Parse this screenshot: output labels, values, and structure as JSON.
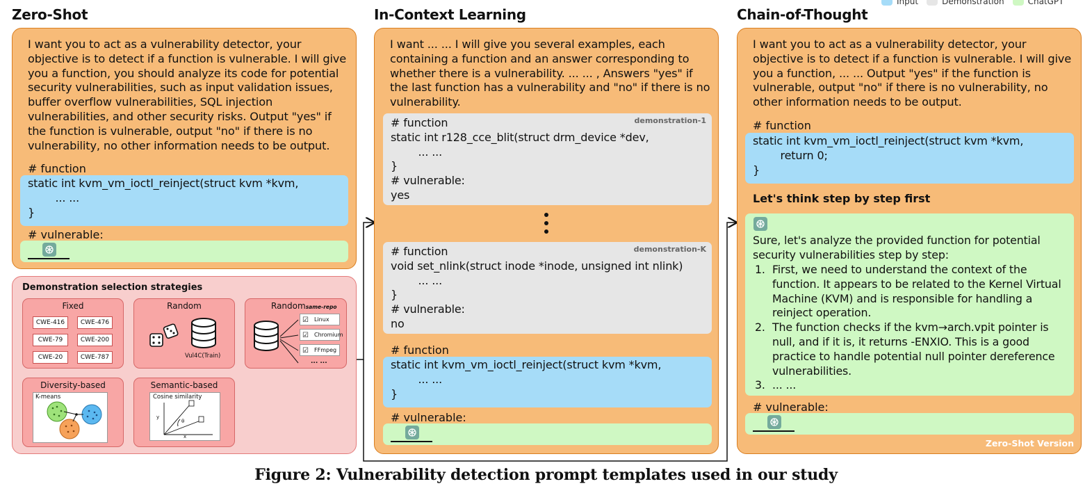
{
  "legend": [
    {
      "label": "Input",
      "color": "#a6dcf8"
    },
    {
      "label": "Demonstration",
      "color": "#e6e6e6"
    },
    {
      "label": "ChatGPT",
      "color": "#cff8c3"
    }
  ],
  "zero_shot": {
    "title": "Zero-Shot",
    "instruction": "I want you to act as a vulnerability detector, your\nobjective is to detect if a function is vulnerable. I will give\nyou a function, you should analyze its code for potential\nsecurity vulnerabilities, such as input validation issues,\nbuffer overflow vulnerabilities, SQL injection\nvulnerabilities, and other security risks. Output \"yes\" if\nthe function is vulnerable, output \"no\" if there is no\nvulnerability, no other information needs to be output.",
    "function_label": "# function",
    "code": "static int kvm_vm_ioctl_reinject(struct kvm *kvm,\n        ... ...\n}",
    "vulnerable_label": "# vulnerable:"
  },
  "strategies": {
    "title": "Demonstration selection strategies",
    "fixed": {
      "title": "Fixed",
      "cwes": [
        "CWE-416",
        "CWE-476",
        "CWE-79",
        "CWE-200",
        "CWE-20",
        "CWE-787"
      ]
    },
    "random": {
      "title": "Random",
      "dataset": "Vul4C(Train)"
    },
    "random_same_repo": {
      "title": "Random",
      "subtitle": "same-repo",
      "repos": [
        "Linux",
        "Chromium",
        "FFmpeg"
      ],
      "more": "... ..."
    },
    "diversity": {
      "title": "Diversity-based",
      "inner": "K-means"
    },
    "semantic": {
      "title": "Semantic-based",
      "inner": "Cosine similarity",
      "axis_y": "y",
      "axis_x": "x",
      "angle": "θ"
    }
  },
  "icl": {
    "title": "In-Context Learning",
    "instruction": "I want ... ... I will give you several examples, each\ncontaining a function and an answer corresponding to\nwhether there is a vulnerability. ... ... , Answers \"yes\" if\nthe last function has a vulnerability and \"no\" if there is no\nvulnerability.",
    "demo1": {
      "tag": "demonstration-1",
      "text": "# function\nstatic int r128_cce_blit(struct drm_device *dev,\n        ... ...\n}\n# vulnerable:\nyes"
    },
    "demoK": {
      "tag": "demonstration-K",
      "text": "# function\nvoid set_nlink(struct inode *inode, unsigned int nlink)\n        ... ...\n}\n# vulnerable:\nno"
    },
    "function_label": "# function",
    "code": "static int kvm_vm_ioctl_reinject(struct kvm *kvm,\n        ... ...\n}",
    "vulnerable_label": "# vulnerable:"
  },
  "cot": {
    "title": "Chain-of-Thought",
    "instruction": "I want you to act as a vulnerability detector, your\nobjective is to detect if a function is vulnerable. I will give\nyou a function, ... ... Output \"yes\" if the function is\nvulnerable, output \"no\" if there is no vulnerability, no\nother information needs to be output.",
    "function_label": "# function",
    "code": "static int kvm_vm_ioctl_reinject(struct kvm *kvm,\n        return 0;\n}",
    "step_prompt": "Let's think step by step first",
    "response_intro": "Sure, let's analyze the provided function for potential\nsecurity vulnerabilities step by step:",
    "steps": [
      {
        "num": "1.",
        "text": "First, we need to understand the context of the\nfunction. It appears to be related to the Kernel Virtual\nMachine (KVM) and is responsible for handling a\nreinject operation."
      },
      {
        "num": "2.",
        "text": "The function checks if the kvm→arch.vpit pointer is\nnull, and if it is, it returns -ENXIO. This is a good\npractice to handle potential null pointer dereference\nvulnerabilities."
      },
      {
        "num": "3.",
        "text": "... ..."
      }
    ],
    "vulnerable_label": "# vulnerable:",
    "version": "Zero-Shot Version"
  },
  "caption": "Figure 2: Vulnerability detection prompt templates used in our study"
}
